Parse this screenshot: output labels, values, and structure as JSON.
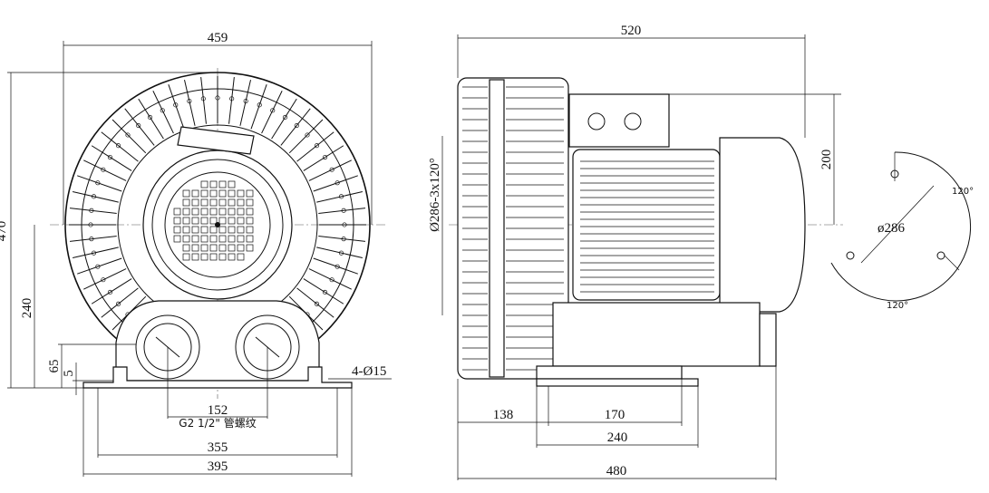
{
  "front_view": {
    "width_overall": "459",
    "height_overall": "470",
    "center_height": "240",
    "outlet_height": "65",
    "foot_height": "5",
    "port_spacing": "152",
    "thread_note": "G2 1/2\" 管螺纹",
    "foot_inner": "355",
    "foot_outer": "395",
    "mount_holes": "4-Ø15"
  },
  "side_view": {
    "length_overall": "520",
    "flange_spec": "Ø286-3x120°",
    "terminal_height": "200",
    "front_offset": "138",
    "mount_spacing": "170",
    "base_length": "240",
    "base_overall": "480"
  },
  "flange_detail": {
    "diameter": "ø286",
    "angle_top": "120°",
    "angle_bottom": "120°"
  }
}
